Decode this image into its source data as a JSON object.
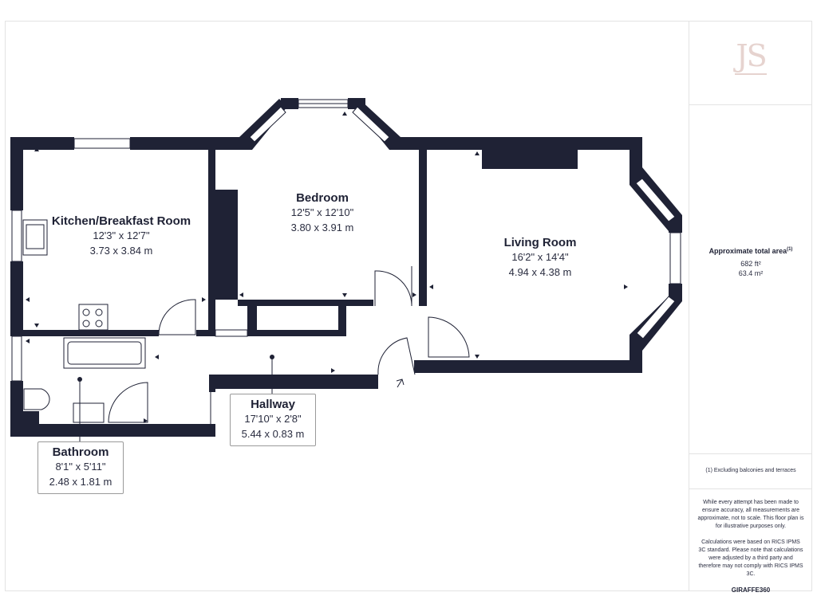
{
  "rooms": {
    "kitchen": {
      "name": "Kitchen/Breakfast Room",
      "imperial": "12'3\" x 12'7\"",
      "metric": "3.73 x 3.84 m"
    },
    "bedroom": {
      "name": "Bedroom",
      "imperial": "12'5\" x 12'10\"",
      "metric": "3.80 x 3.91 m"
    },
    "living": {
      "name": "Living Room",
      "imperial": "16'2\" x 14'4\"",
      "metric": "4.94 x 4.38 m"
    },
    "hallway": {
      "name": "Hallway",
      "imperial": "17'10\" x 2'8\"",
      "metric": "5.44 x 0.83 m"
    },
    "bathroom": {
      "name": "Bathroom",
      "imperial": "8'1\" x 5'11\"",
      "metric": "2.48 x 1.81 m"
    }
  },
  "sidebar": {
    "logo": "JS",
    "area_title": "Approximate total area",
    "area_footnote_mark": "(1)",
    "area_ft": "682 ft²",
    "area_m": "63.4 m²",
    "exclusion_note": "(1) Excluding balconies and terraces",
    "disclaimer": "While every attempt has been made to ensure accuracy, all measurements are approximate, not to scale. This floor plan is for illustrative purposes only.",
    "calc_note": "Calculations were based on RICS IPMS 3C standard. Please note that calculations were adjusted by a third party and therefore may not comply with RICS IPMS 3C.",
    "brand": "GIRAFFE360"
  },
  "colors": {
    "wall": "#1f2235",
    "logo": "#e6d3cf"
  }
}
